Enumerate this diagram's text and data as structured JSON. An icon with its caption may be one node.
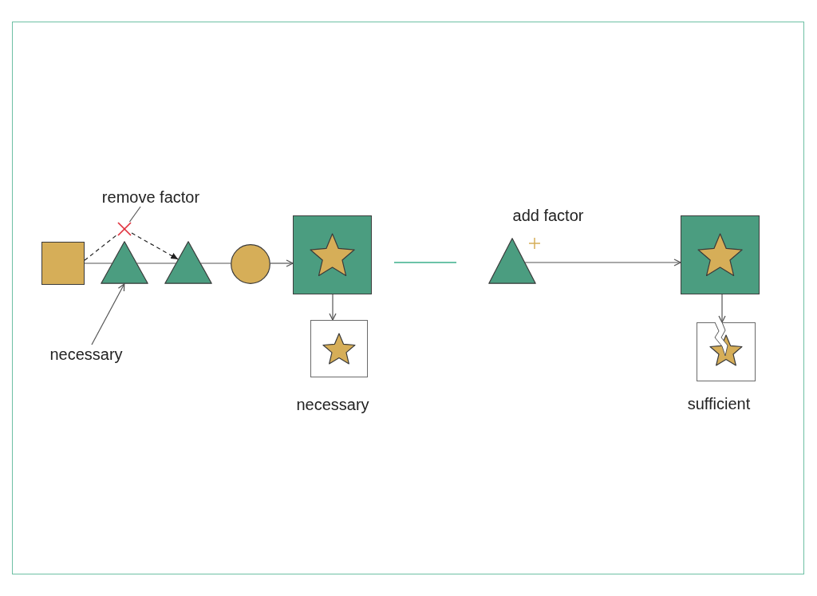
{
  "diagram": {
    "nodes": [
      {
        "text": [],
        "shape": "box"
      },
      {
        "text": [
          "remove factor"
        ]
      },
      {
        "text": [],
        "shape": "cross"
      },
      {
        "text": [],
        "shape": "triangle"
      },
      {
        "text": [],
        "shape": "triangle"
      },
      {
        "text": [],
        "shape": "circle"
      },
      {
        "text": [],
        "shape": "box"
      },
      {
        "text": [],
        "shape": "box",
        "beside": [
          "necessary"
        ]
      },
      {
        "text": [
          "necessary"
        ]
      },
      {
        "text": [],
        "shape": "triangle"
      },
      {
        "text": [],
        "shape": "box"
      },
      {
        "text": [],
        "shape": "box",
        "beside": [
          "sufficient"
        ]
      }
    ],
    "edges": [
      {
        "from": 0,
        "to": 3,
        "arrow": "none"
      },
      {
        "from": 0,
        "to": 2,
        "arrow": "none",
        "style": "dashed",
        "color": "#222222"
      },
      {
        "from": 2,
        "to": 4,
        "arrow": "to",
        "style": "dashed",
        "color": "#222222"
      },
      {
        "from": 1,
        "to": 2,
        "arrow": "none"
      },
      {
        "from": 3,
        "to": 4,
        "arrow": "none"
      },
      {
        "from": 4,
        "to": 5,
        "arrow": "none"
      },
      {
        "from": 5,
        "to": 6,
        "arrow": "to"
      },
      {
        "from": 6,
        "to": 7,
        "arrow": "to"
      },
      {
        "from": 8,
        "to": 3,
        "arrow": "to"
      },
      {
        "from": 9,
        "to": 10,
        "arrow": "to"
      },
      {
        "from": 10,
        "to": 11,
        "arrow": "to"
      }
    ],
    "labels": [
      "add factor"
    ]
  }
}
